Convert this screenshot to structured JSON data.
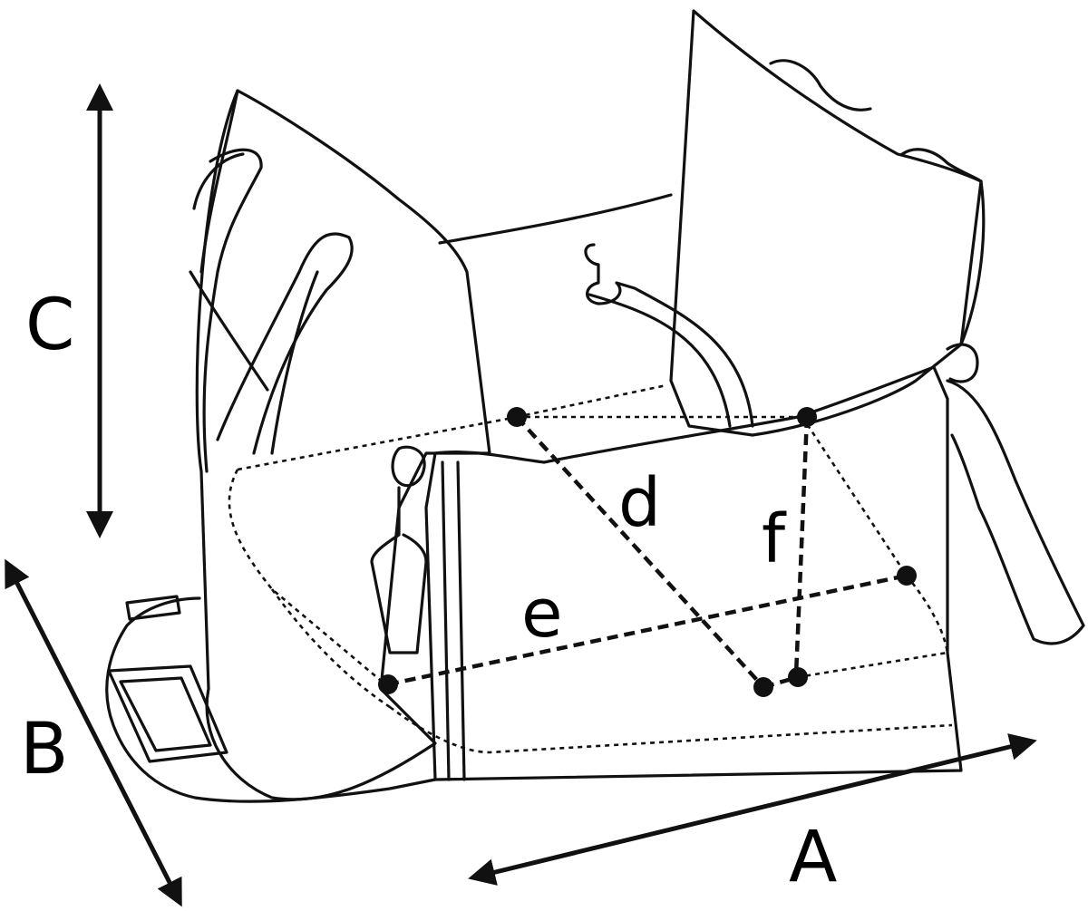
{
  "diagram": {
    "dimension_labels": {
      "length": "A",
      "width": "B",
      "height": "C",
      "diagonal": "d",
      "base": "e",
      "depth": "f"
    }
  }
}
